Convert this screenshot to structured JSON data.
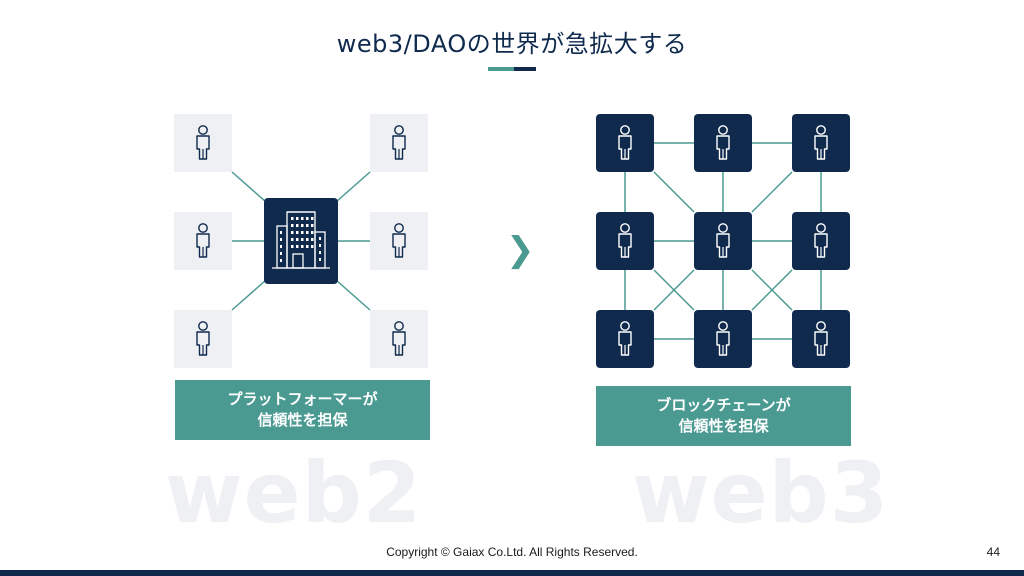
{
  "slide": {
    "title": "web3/DAOの世界が急拡大する",
    "footer": "Copyright © Gaiax Co.Ltd. All Rights Reserved.",
    "page_number": "44"
  },
  "left": {
    "watermark": "web2",
    "caption_line1": "プラットフォーマーが",
    "caption_line2": "信頼性を担保",
    "center_icon": "building-icon",
    "node_icon": "person-icon"
  },
  "right": {
    "watermark": "web3",
    "caption_line1": "ブロックチェーンが",
    "caption_line2": "信頼性を担保",
    "node_icon": "person-icon"
  },
  "transition_icon": "chevron-right-icon",
  "colors": {
    "navy": "#0f2a4d",
    "teal": "#4a9a92",
    "light_box": "#eef0f4",
    "watermark": "#eef0f3"
  }
}
